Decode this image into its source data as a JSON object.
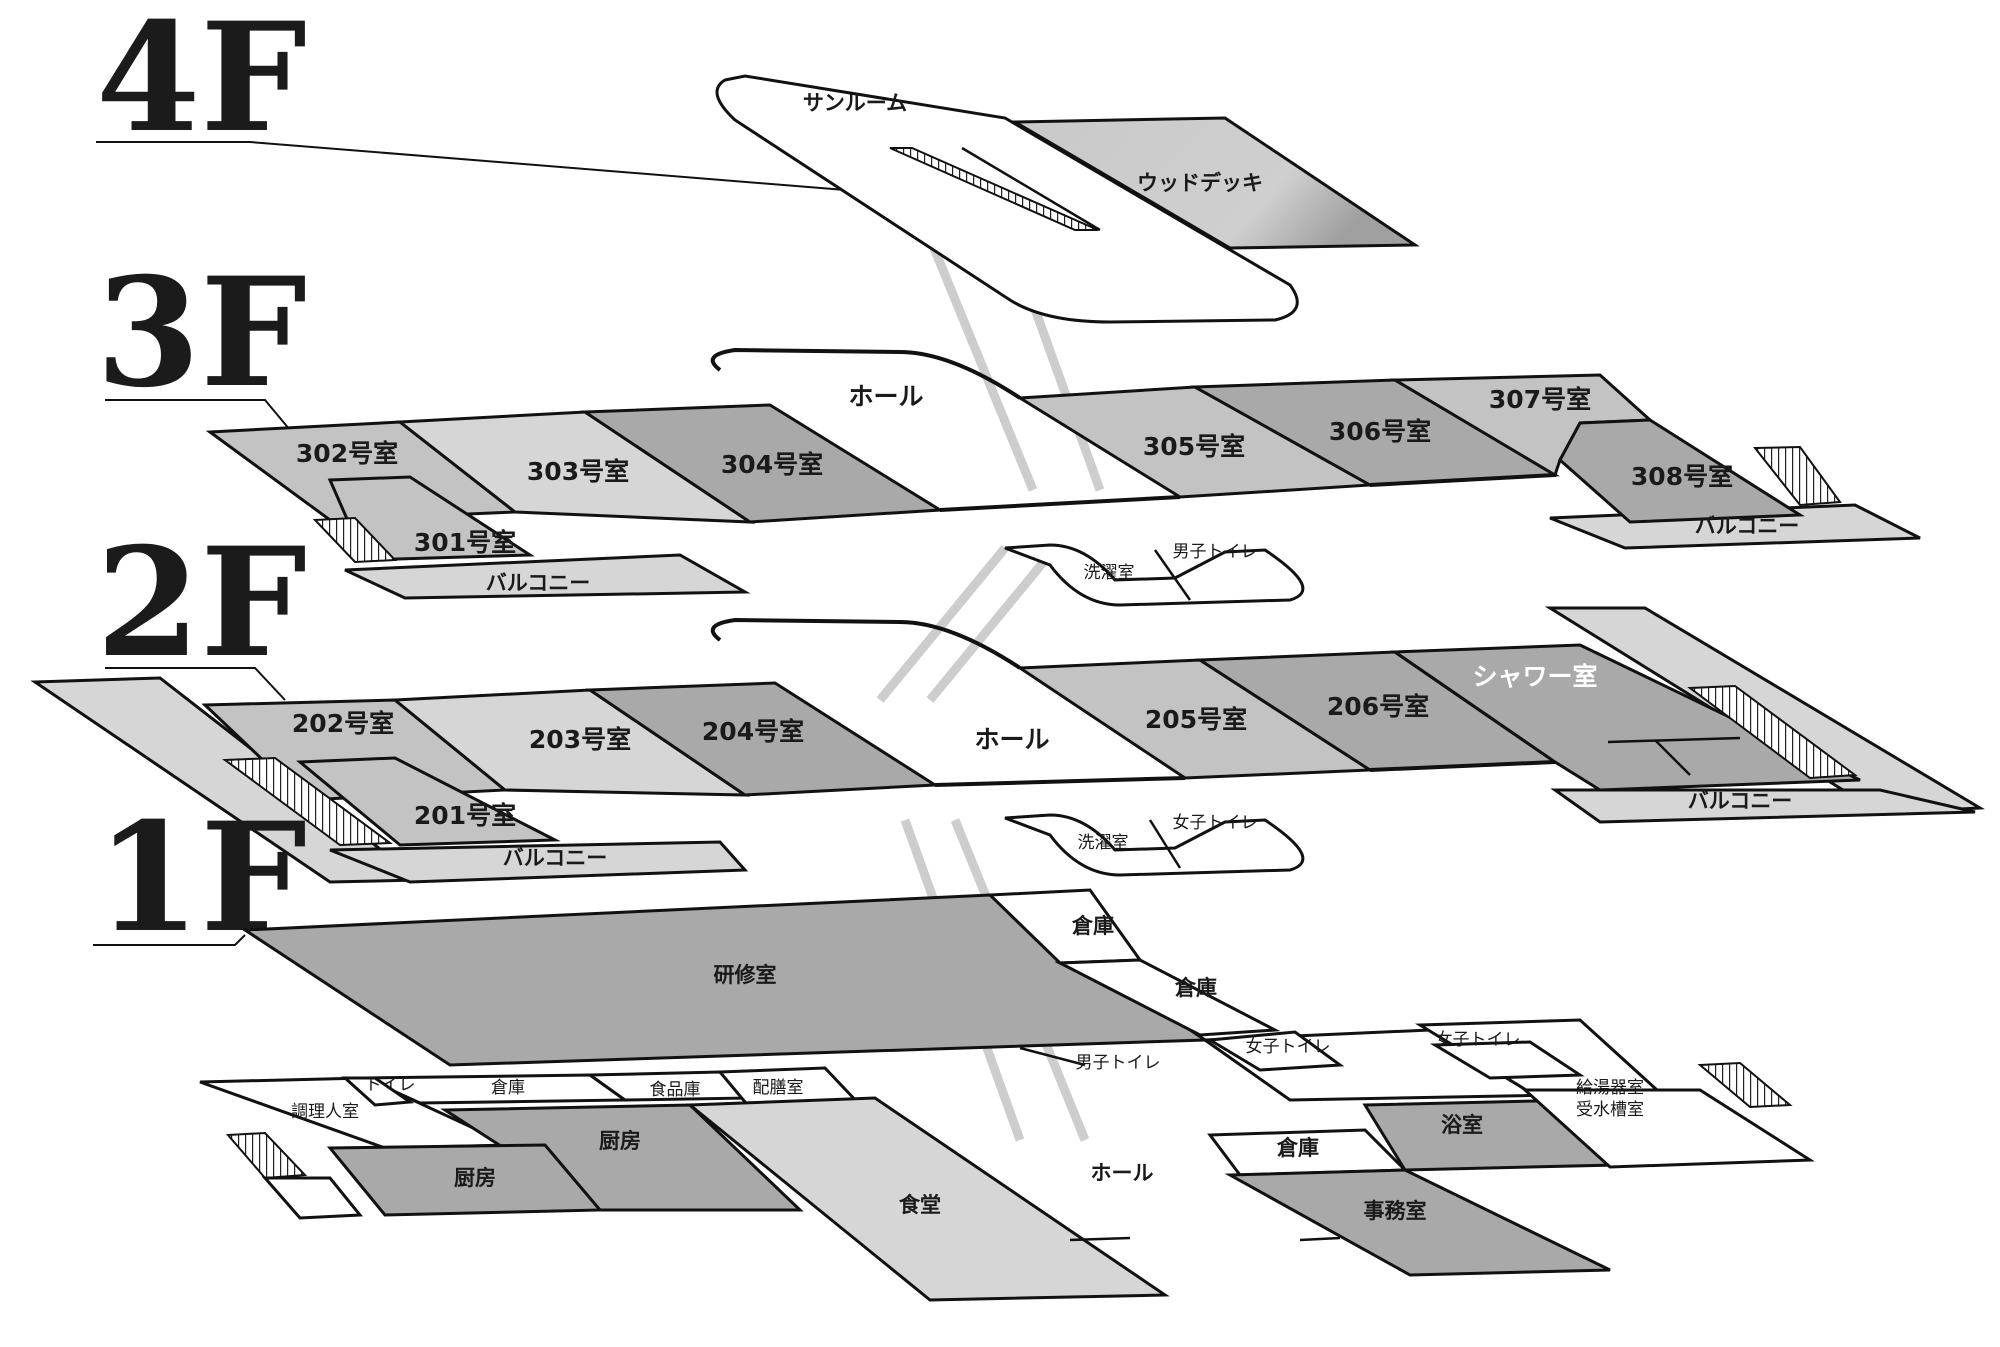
{
  "floors": {
    "f4": {
      "label": "4F",
      "rooms": {
        "sunroom": "サンルーム",
        "wood_deck": "ウッドデッキ"
      }
    },
    "f3": {
      "label": "3F",
      "rooms": {
        "hall": "ホール",
        "r301": "301号室",
        "r302": "302号室",
        "r303": "303号室",
        "r304": "304号室",
        "r305": "305号室",
        "r306": "306号室",
        "r307": "307号室",
        "r308": "308号室",
        "balcony_left": "バルコニー",
        "balcony_right": "バルコニー",
        "laundry": "洗濯室",
        "mens_toilet": "男子トイレ"
      }
    },
    "f2": {
      "label": "2F",
      "rooms": {
        "hall": "ホール",
        "r201": "201号室",
        "r202": "202号室",
        "r203": "203号室",
        "r204": "204号室",
        "r205": "205号室",
        "r206": "206号室",
        "shower": "シャワー室",
        "balcony_left": "バルコニー",
        "balcony_right": "バルコニー",
        "laundry": "洗濯室",
        "womens_toilet": "女子トイレ"
      }
    },
    "f1": {
      "label": "1F",
      "rooms": {
        "training": "研修室",
        "storage_1": "倉庫",
        "storage_2": "倉庫",
        "storage_3": "倉庫",
        "storage_4": "倉庫",
        "mens_toilet": "男子トイレ",
        "womens_toilet_1": "女子トイレ",
        "womens_toilet_2": "女子トイレ",
        "toilet_small": "トイレ",
        "cook_room": "調理人室",
        "food_storage": "食品庫",
        "serving": "配膳室",
        "kitchen_1": "厨房",
        "kitchen_2": "厨房",
        "dining": "食堂",
        "hall": "ホール",
        "bath": "浴室",
        "boiler": "給湯器室",
        "water_tank": "受水槽室",
        "office": "事務室"
      }
    }
  }
}
